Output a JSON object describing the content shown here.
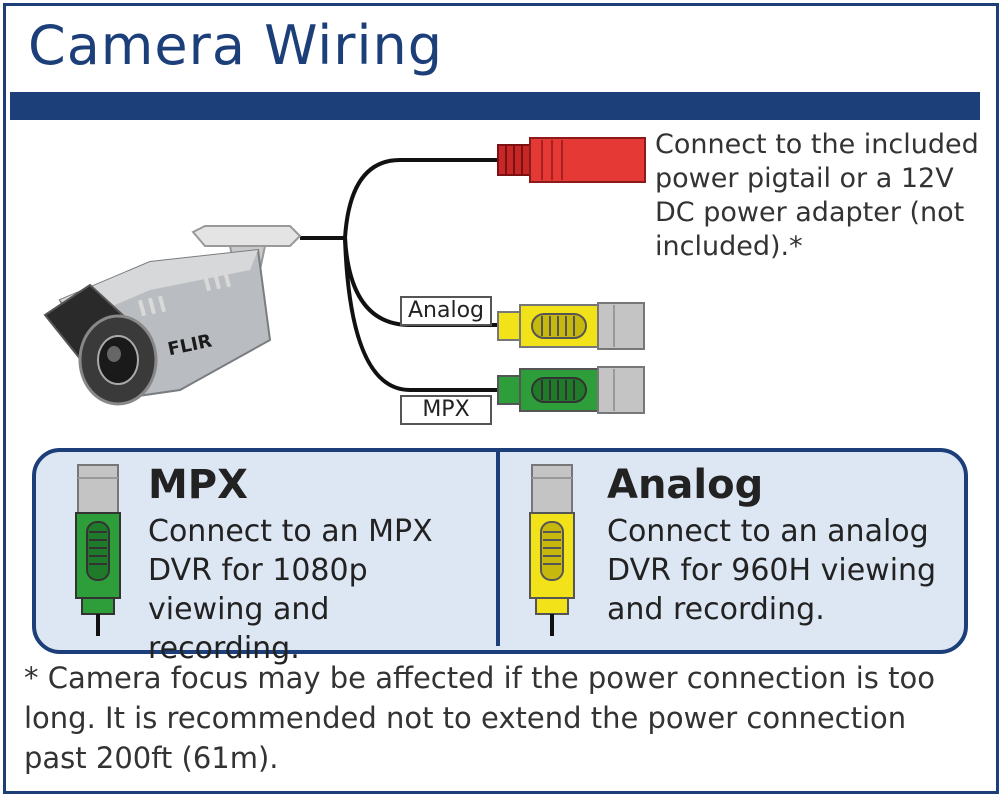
{
  "title": "Camera Wiring",
  "camera": {
    "brand": "FLIR"
  },
  "power_connector": {
    "color": "#e53935",
    "note": "Connect to the included power pigtail or a 12V DC power adapter (not included).*"
  },
  "tags": {
    "analog": "Analog",
    "mpx": "MPX"
  },
  "colors": {
    "brand_blue": "#1c3f7a",
    "analog_yellow": "#f2e21a",
    "mpx_green": "#2e9e3a",
    "panel_bg": "#dde6f3"
  },
  "panels": [
    {
      "heading": "MPX",
      "body": "Connect to an MPX DVR for 1080p viewing and recording."
    },
    {
      "heading": "Analog",
      "body": "Connect to an analog DVR for 960H viewing and recording."
    }
  ],
  "footnote": "* Camera focus may be affected if the power connection is too long. It is recommended not to extend the power connection past 200ft (61m)."
}
